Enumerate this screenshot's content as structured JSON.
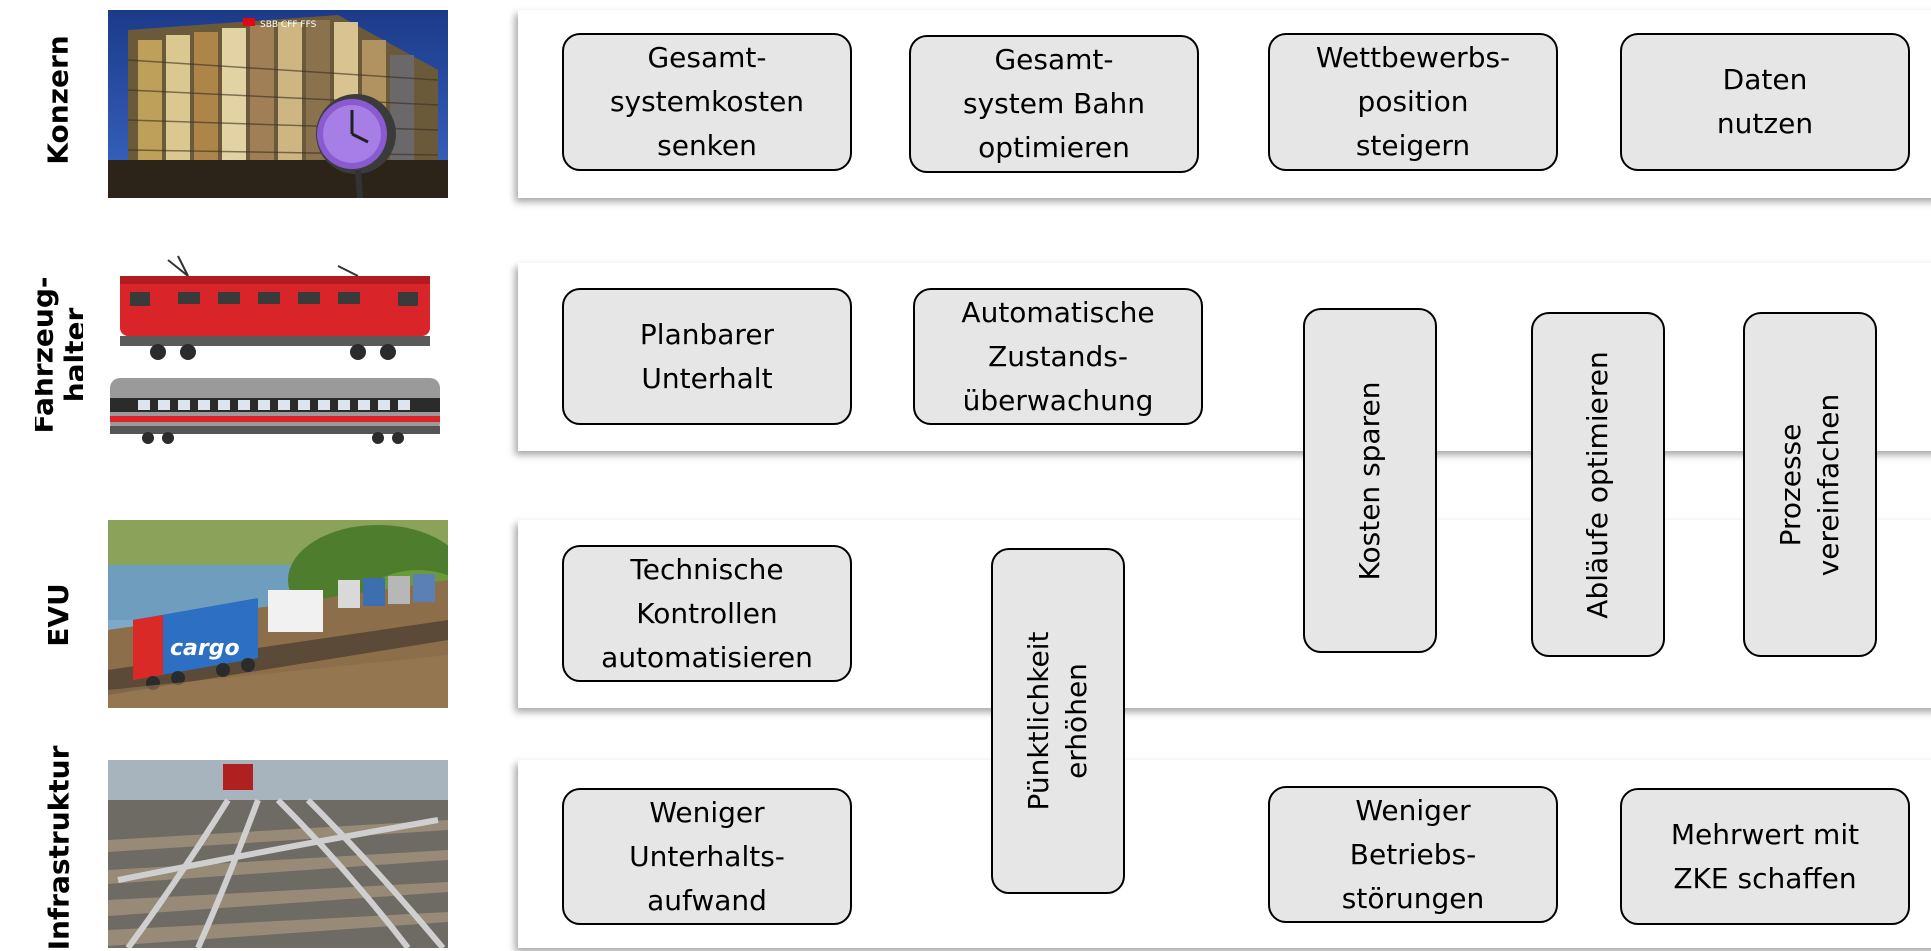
{
  "rows": [
    {
      "label": "Konzern"
    },
    {
      "label": "Fahrzeug-\nhalter"
    },
    {
      "label": "EVU"
    },
    {
      "label": "Infrastruktur"
    }
  ],
  "photos": {
    "konzern": {
      "icon": "office-building-with-clock-photo",
      "logo_text": "SBB CFF FFS"
    },
    "fahrzeughalter": {
      "icon": "red-locomotive-and-passenger-car-photo"
    },
    "evu": {
      "icon": "cargo-freight-train-photo",
      "logo_text": "cargo"
    },
    "infrastruktur": {
      "icon": "railway-track-switch-photo"
    }
  },
  "goals": {
    "gesamtsystemkosten": "Gesamt-\nsystemkosten\nsenken",
    "gesamtsystem_bahn": "Gesamt-\nsystem Bahn\noptimieren",
    "wettbewerbsposition": "Wettbewerbs-\nposition\nsteigern",
    "daten_nutzen": "Daten\nnutzen",
    "planbarer_unterhalt": "Planbarer\nUnterhalt",
    "zustandsueberwachung": "Automatische\nZustands-\nüberwachung",
    "kosten_sparen": "Kosten sparen",
    "ablaeufe_optimieren": "Abläufe optimieren",
    "prozesse_vereinfachen": "Prozesse\nvereinfachen",
    "technische_kontrollen": "Technische\nKontrollen\nautomatisieren",
    "puenktlichkeit": "Pünktlichkeit\nerhöhen",
    "weniger_unterhaltsaufwand": "Weniger\nUnterhalts-\naufwand",
    "weniger_betriebsstoerungen": "Weniger\nBetriebs-\nstörungen",
    "mehrwert_zke": "Mehrwert mit\nZKE schaffen"
  },
  "colors": {
    "box_fill": "#e6e6e6",
    "box_border": "#000000",
    "band_fill": "#ffffff",
    "sbb_red": "#e30613",
    "clock_face": "#8a5bd0"
  }
}
